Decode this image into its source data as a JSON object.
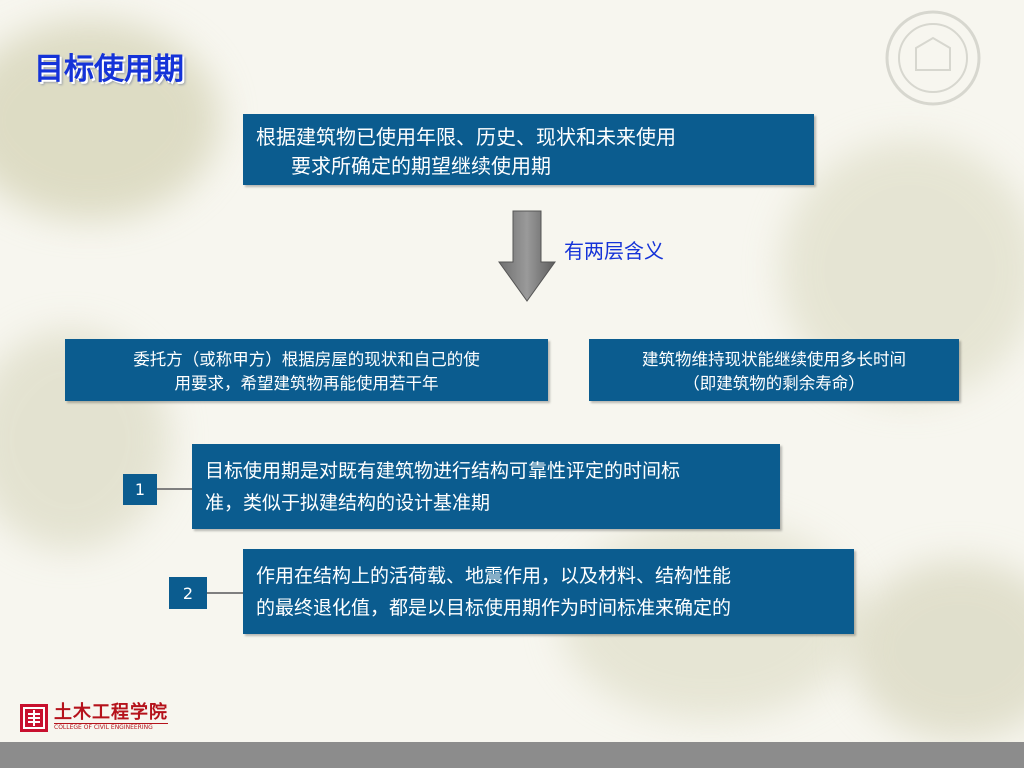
{
  "slide": {
    "title": "目标使用期",
    "definition_lines": [
      "根据建筑物已使用年限、历史、现状和未来使用",
      "要求所确定的期望继续使用期"
    ],
    "arrow_label": "有两层含义",
    "meaning_left_lines": [
      "委托方（或称甲方）根据房屋的现状和自己的使",
      "用要求，希望建筑物再能使用若干年"
    ],
    "meaning_right_lines": [
      "建筑物维持现状能继续使用多长时间",
      "（即建筑物的剩余寿命）"
    ],
    "points": [
      {
        "number": "1",
        "lines": [
          "目标使用期是对既有建筑物进行结构可靠性评定的时间标",
          "准，类似于拟建结构的设计基准期"
        ]
      },
      {
        "number": "2",
        "lines": [
          "作用在结构上的活荷载、地震作用，以及材料、结构性能",
          "的最终退化值，都是以目标使用期作为时间标准来确定的"
        ]
      }
    ]
  },
  "footer": {
    "logo_cn": "土木工程学院",
    "logo_en": "COLLEGE OF CIVIL ENGINEERING"
  },
  "colors": {
    "box_fill": "#0b5c8f",
    "title_blue": "#1533d8",
    "logo_red": "#c8102e"
  }
}
